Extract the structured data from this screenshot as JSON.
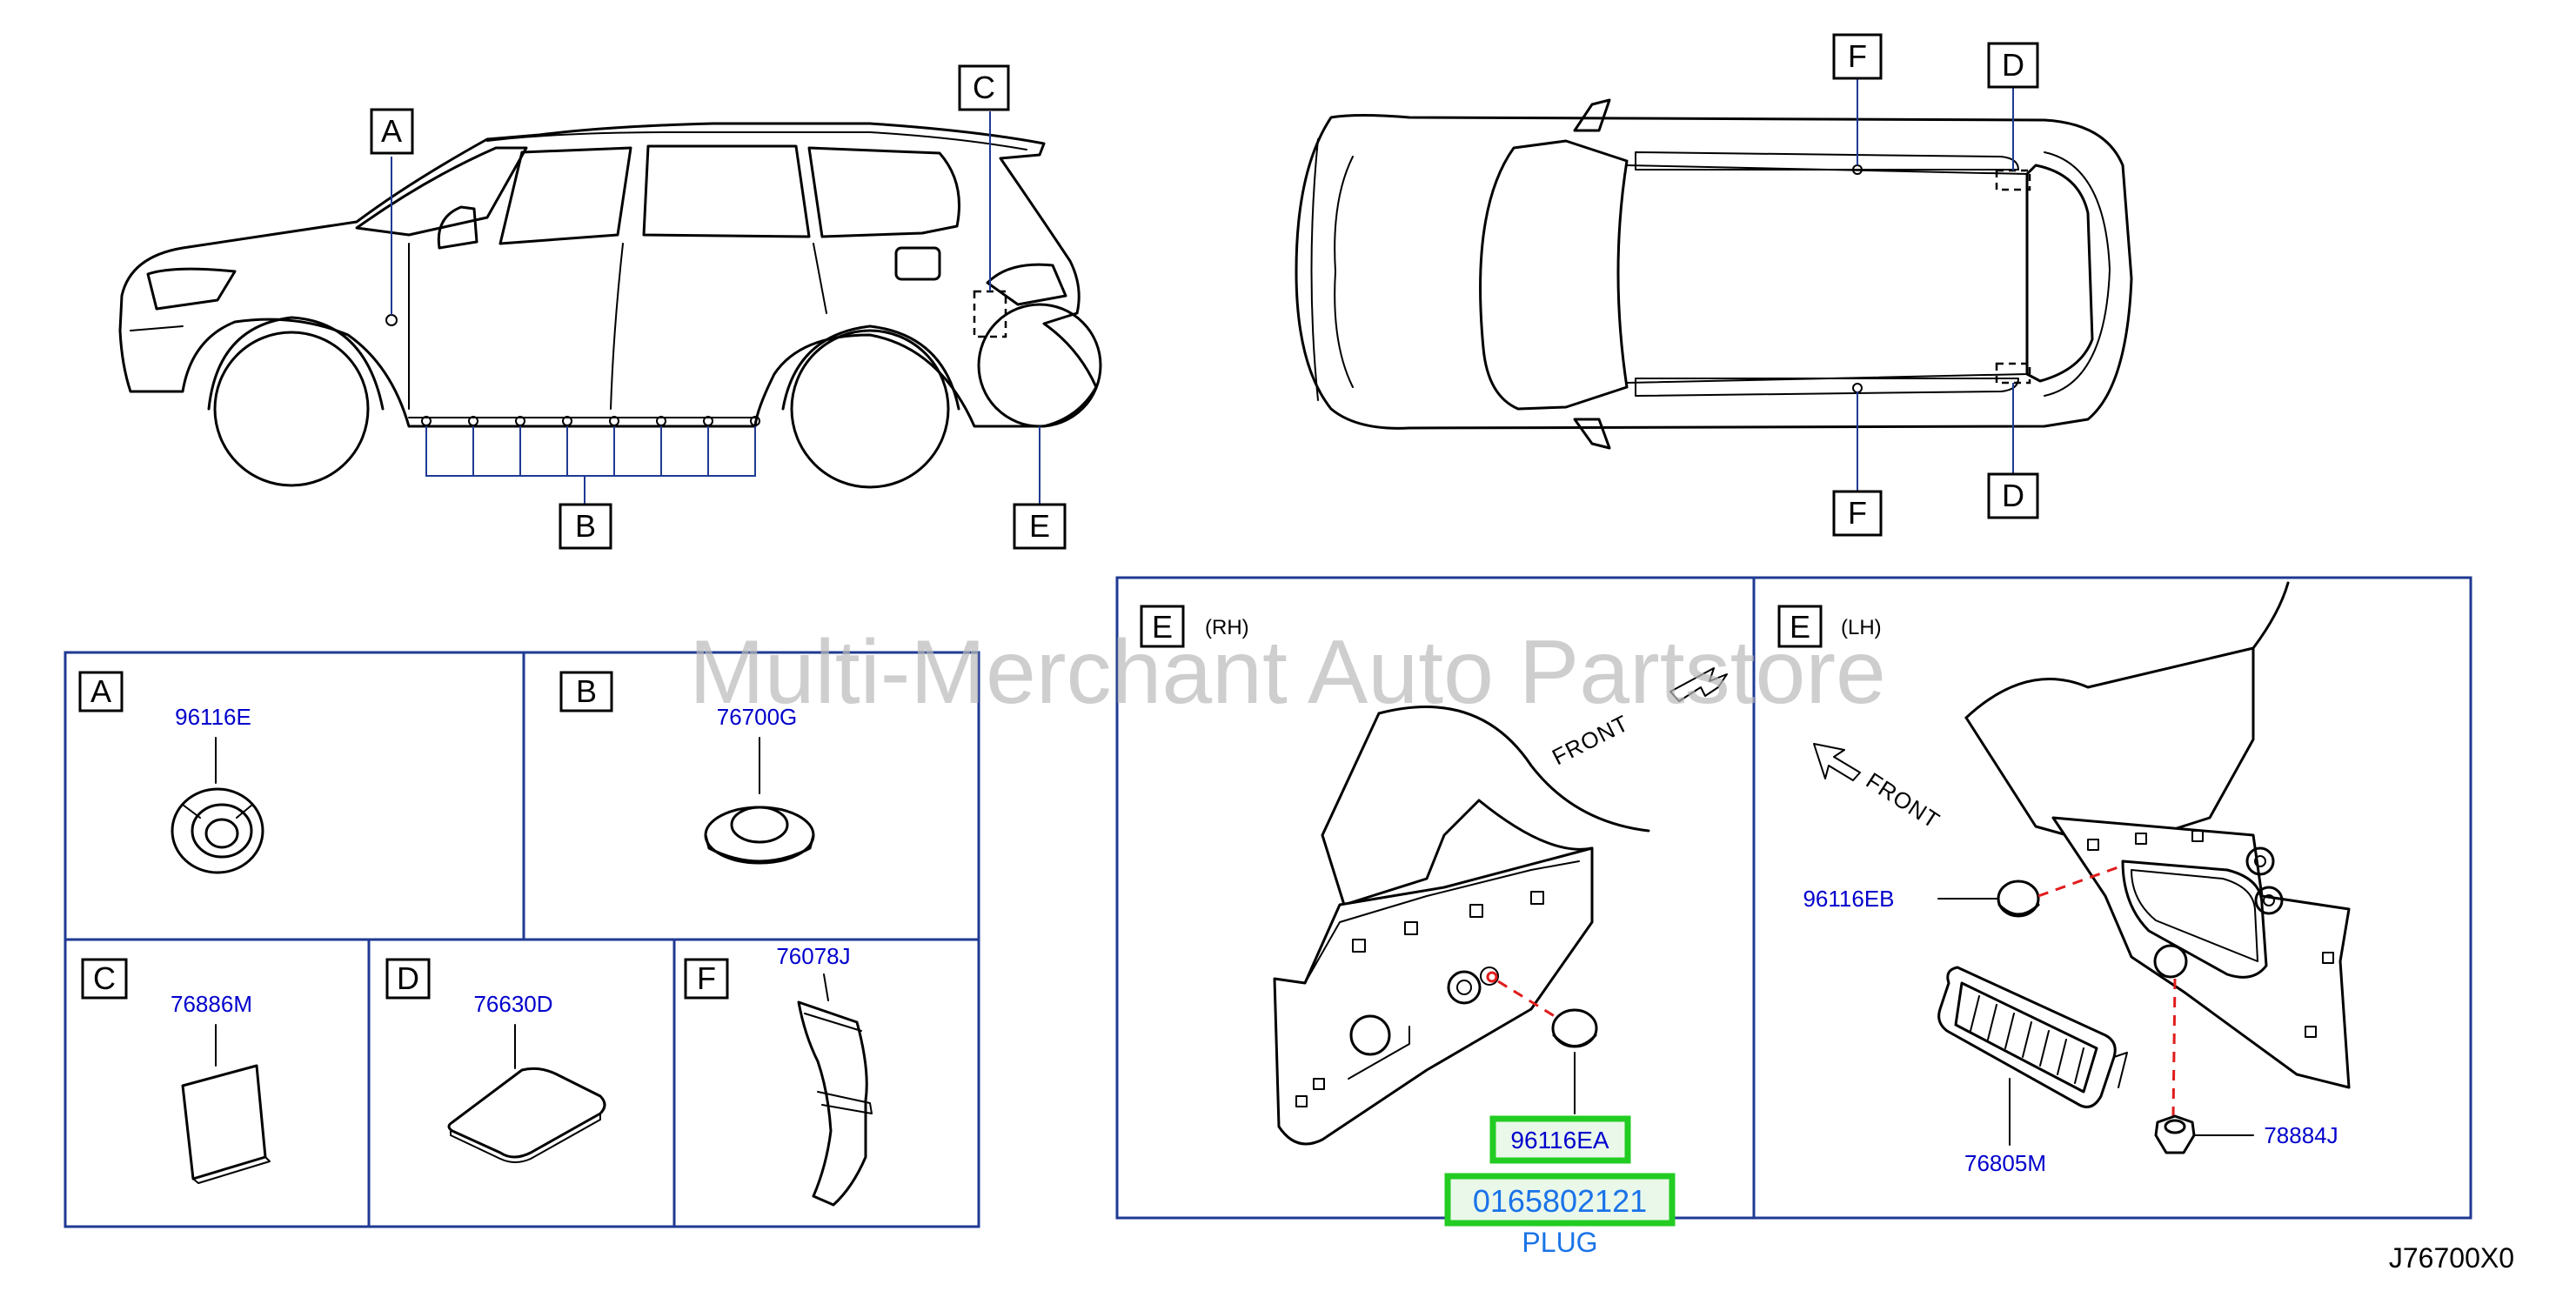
{
  "callouts": {
    "side": {
      "A": "A",
      "B": "B",
      "C": "C",
      "E": "E"
    },
    "top": {
      "F_top": "F",
      "D_top": "D",
      "F_bottom": "F",
      "D_bottom": "D"
    }
  },
  "parts_grid": [
    {
      "letter": "A",
      "part_no": "96116E"
    },
    {
      "letter": "B",
      "part_no": "76700G"
    },
    {
      "letter": "C",
      "part_no": "76886M"
    },
    {
      "letter": "D",
      "part_no": "76630D"
    },
    {
      "letter": "F",
      "part_no": "76078J"
    }
  ],
  "detail_rh": {
    "letter": "E",
    "side": "(RH)",
    "front_label": "FRONT",
    "part_no": "96116EA",
    "highlight_number": "0165802121",
    "highlight_caption": "PLUG"
  },
  "detail_lh": {
    "letter": "E",
    "side": "(LH)",
    "front_label": "FRONT",
    "parts": [
      "96116EB",
      "76805M",
      "78884J"
    ]
  },
  "watermark": "Multi-Merchant Auto Partstore",
  "diagram_code": "J76700X0",
  "colors": {
    "leader_blue": "#1f3a93",
    "part_number_blue": "#0000cc",
    "highlight_green": "#22cc22",
    "plug_blue": "#1a73e8",
    "dashed_red": "#e11b1b",
    "watermark_gray": "#b9b9b9"
  }
}
